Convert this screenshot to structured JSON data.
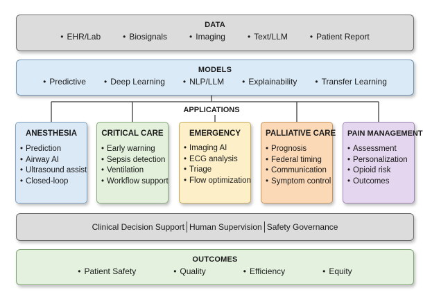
{
  "data_tier": {
    "title": "DATA",
    "items": [
      "EHR/Lab",
      "Biosignals",
      "Imaging",
      "Text/LLM",
      "Patient Report"
    ]
  },
  "models_tier": {
    "title": "MODELS",
    "items": [
      "Predictive",
      "Deep Learning",
      "NLP/LLM",
      "Explainability",
      "Transfer Learning"
    ]
  },
  "applications": {
    "title": "APPLICATIONS",
    "boxes": [
      {
        "title": "ANESTHESIA",
        "items": [
          "Prediction",
          "Airway AI",
          "Ultrasound assist",
          "Closed-loop"
        ],
        "color": "#dbe9f7"
      },
      {
        "title": "CRITICAL CARE",
        "items": [
          "Early warning",
          "Sepsis detection",
          "Ventilation",
          "Workflow support"
        ],
        "color": "#e2f0dc"
      },
      {
        "title": "EMERGENCY",
        "items": [
          "Imaging AI",
          "ECG analysis",
          "Triage",
          "Flow optimization"
        ],
        "color": "#fdf0c8"
      },
      {
        "title": "PALLIATIVE CARE",
        "items": [
          "Prognosis",
          "Federal timing",
          "Communication",
          "Symptom control"
        ],
        "color": "#fbd9b7"
      },
      {
        "title": "PAIN MANAGEMENT",
        "items": [
          "Assessment",
          "Personalization",
          "Opioid risk",
          "Outcomes"
        ],
        "color": "#e4d6ee"
      }
    ]
  },
  "support_tier": {
    "items": [
      "Clinical Decision Support",
      "Human Supervision",
      "Safety Governance"
    ]
  },
  "outcomes_tier": {
    "title": "OUTCOMES",
    "items": [
      "Patient Safety",
      "Quality",
      "Efficiency",
      "Equity"
    ]
  },
  "colors": {
    "data": "#dcdcdc",
    "models": "#dbeaf7",
    "outcomes": "#e3f1de",
    "connector": "#555555"
  }
}
